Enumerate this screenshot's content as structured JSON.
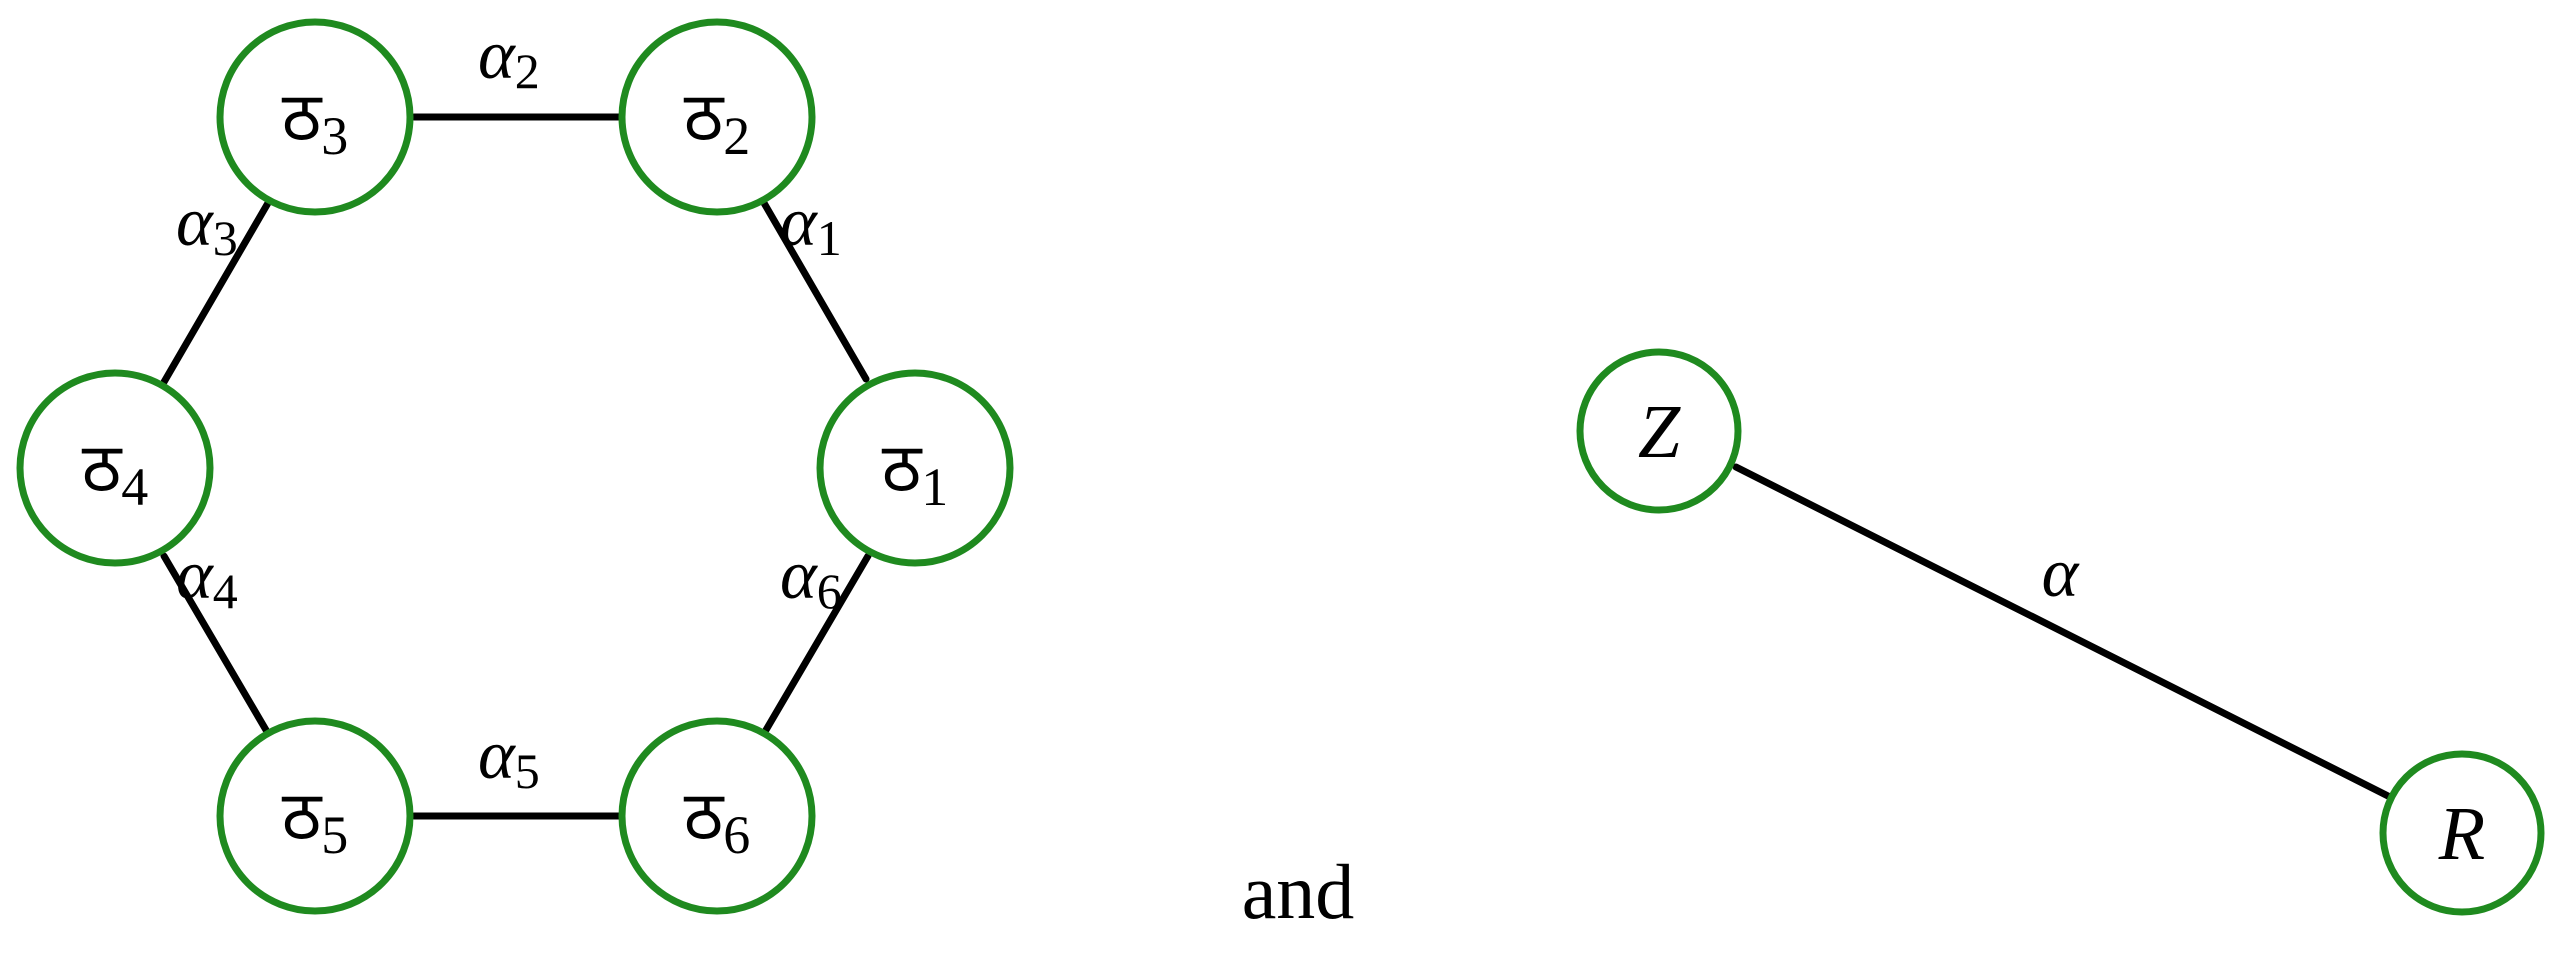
{
  "left_graph": {
    "nodes": [
      {
        "id": "n3",
        "symbol": "ठ",
        "sub": "3"
      },
      {
        "id": "n2",
        "symbol": "ठ",
        "sub": "2"
      },
      {
        "id": "n4",
        "symbol": "ठ",
        "sub": "4"
      },
      {
        "id": "n1",
        "symbol": "ठ",
        "sub": "1"
      },
      {
        "id": "n5",
        "symbol": "ठ",
        "sub": "5"
      },
      {
        "id": "n6",
        "symbol": "ठ",
        "sub": "6"
      }
    ],
    "edges": [
      {
        "from": "n3",
        "to": "n2",
        "symbol": "α",
        "sub": "2"
      },
      {
        "from": "n2",
        "to": "n1",
        "symbol": "α",
        "sub": "1"
      },
      {
        "from": "n3",
        "to": "n4",
        "symbol": "α",
        "sub": "3"
      },
      {
        "from": "n4",
        "to": "n5",
        "symbol": "α",
        "sub": "4"
      },
      {
        "from": "n5",
        "to": "n6",
        "symbol": "α",
        "sub": "5"
      },
      {
        "from": "n6",
        "to": "n1",
        "symbol": "α",
        "sub": "6"
      }
    ]
  },
  "conjunction": "and",
  "right_graph": {
    "nodes": [
      {
        "id": "z",
        "label": "Z"
      },
      {
        "id": "r",
        "label": "R"
      }
    ],
    "edge": {
      "from": "z",
      "to": "r",
      "symbol": "α"
    }
  },
  "colors": {
    "node_stroke": "#1f8a1f",
    "edge": "#000000",
    "text": "#000000"
  }
}
